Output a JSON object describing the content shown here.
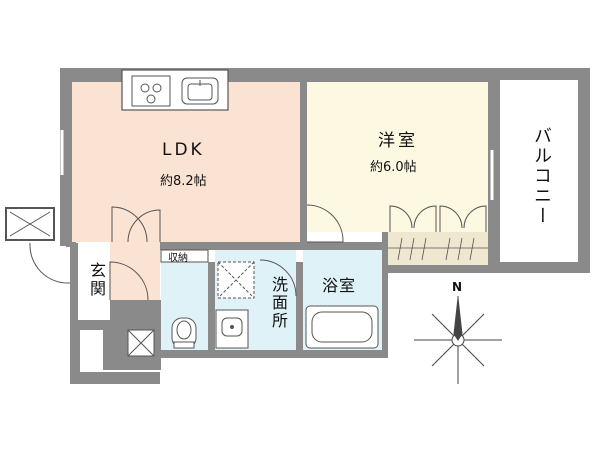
{
  "rooms": {
    "ldk": {
      "name": "LDK",
      "size": "約8.2帖"
    },
    "western": {
      "name": "洋室",
      "size": "約6.0帖"
    },
    "balcony": {
      "name": "バルコニー"
    },
    "entrance": {
      "name": "玄関"
    },
    "storage": {
      "name": "収納"
    },
    "washroom": {
      "name": "洗面所"
    },
    "bathroom": {
      "name": "浴室"
    }
  },
  "compass": {
    "label": "N"
  },
  "colors": {
    "wall": "#8a8a8a",
    "ldk_floor": "#fbe3d3",
    "western_floor": "#fdf8e2",
    "wet_floor": "#dff2f8",
    "closet": "#efe7cf",
    "fixture": "#ffffff",
    "line": "#555555"
  }
}
